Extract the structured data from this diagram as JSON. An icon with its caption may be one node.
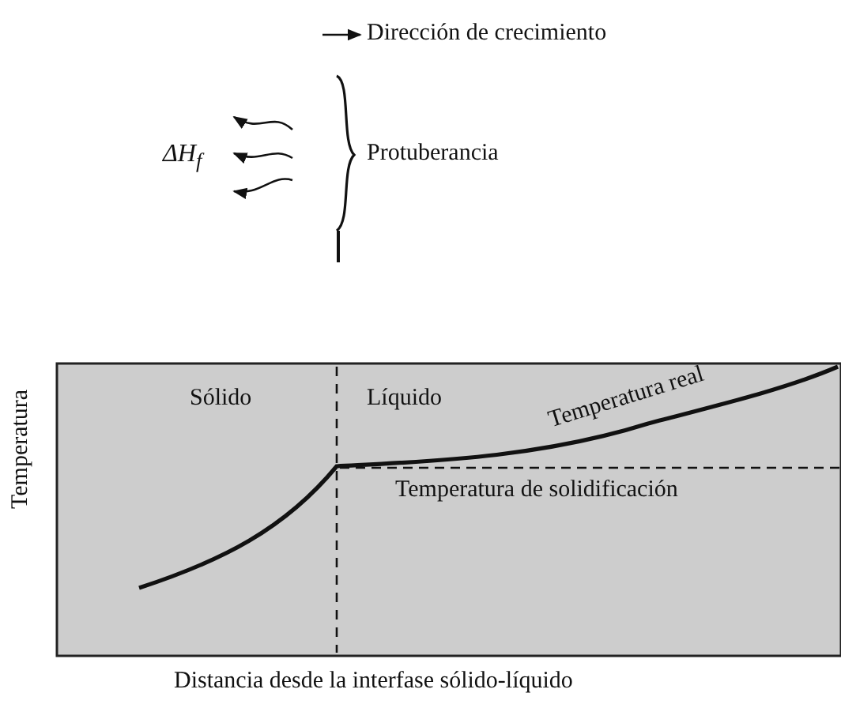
{
  "diagram": {
    "labels": [
      "Dirección de crecimiento",
      "ΔH$_{f}$",
      "Protuberancia",
      "Sólido",
      "Líquido",
      "Temperatura real",
      "Temperatura de solidificación",
      "Temperatura",
      "Distancia desde la interfase sólido-líquido"
    ]
  }
}
